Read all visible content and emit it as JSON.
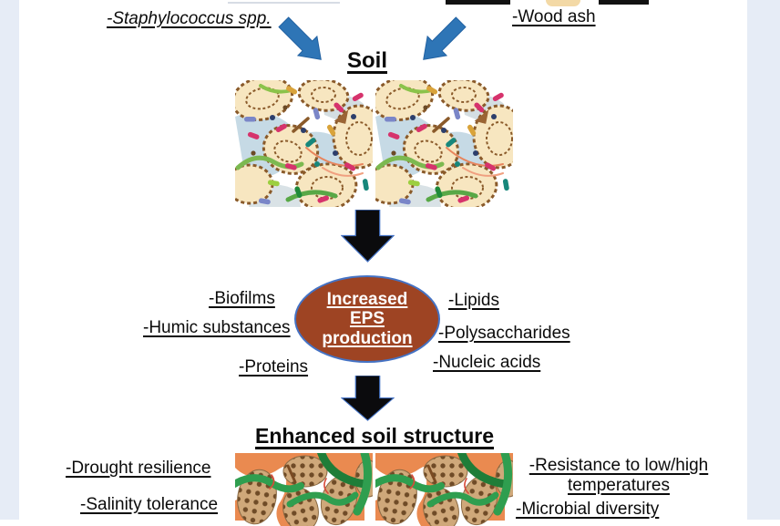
{
  "figure": {
    "inputs": {
      "staphylococcus": "-Staphylococcus spp.",
      "wood_ash": "-Wood ash"
    },
    "soil_heading": "Soil",
    "eps_ellipse": {
      "line1": "Increased",
      "line2": "EPS",
      "line3": "production"
    },
    "eps_left": [
      "-Biofilms",
      "-Humic substances",
      "-Proteins"
    ],
    "eps_right": [
      "-Lipids",
      "-Polysaccharides",
      "-Nucleic acids"
    ],
    "enhanced_heading": "Enhanced soil structure",
    "outcomes_left": [
      "-Drought resilience",
      "-Salinity tolerance"
    ],
    "outcomes_right": [
      "-Resistance to low/high temperatures",
      "-Microbial diversity"
    ],
    "colors": {
      "arrow_blue": "#2e75b6",
      "arrow_black": "#0b0b0d",
      "ellipse_fill": "#9e4423",
      "ellipse_border": "#4472c4",
      "background_band": "#e6ecf6"
    }
  }
}
